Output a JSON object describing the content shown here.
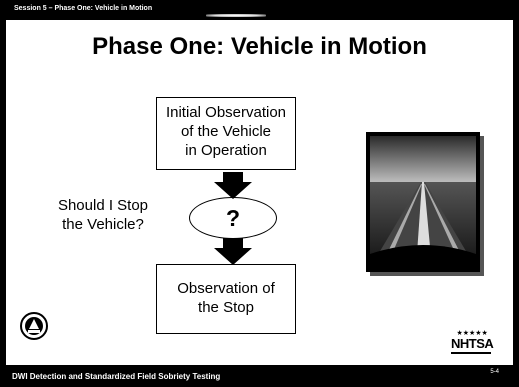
{
  "header": {
    "session_label": "Session 5 – Phase One: Vehicle in Motion"
  },
  "slide": {
    "title": "Phase One:  Vehicle in Motion"
  },
  "flow": {
    "initial_observation": [
      "Initial Observation",
      "of the Vehicle",
      "in Operation"
    ],
    "decision_question": [
      "Should I Stop",
      "the Vehicle?"
    ],
    "decision_symbol": "?",
    "stop_observation": [
      "Observation of",
      "the Stop"
    ]
  },
  "logos": {
    "nhtsa": "NHTSA",
    "nhtsa_stars": "★★★★★"
  },
  "footer": {
    "course_title": "DWI Detection and Standardized Field Sobriety Testing",
    "page_number": "5-4"
  },
  "colors": {
    "bar": "#000000",
    "background": "#ffffff",
    "text": "#000000"
  }
}
